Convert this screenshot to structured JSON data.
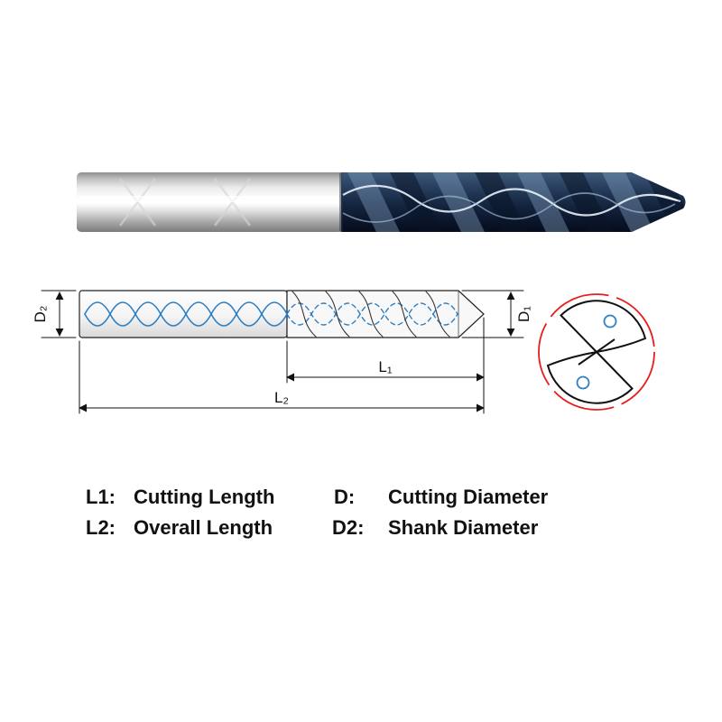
{
  "colors": {
    "outline": "#111111",
    "coolant_blue": "#2f7fc1",
    "endview_red": "#e81d1d",
    "flute_dark": "#101c30",
    "shank_gray": "#c9c9c9"
  },
  "drawing": {
    "labels": {
      "d2": "D₂",
      "d1": "D₁",
      "l1": "L₁",
      "l2": "L₂"
    }
  },
  "legend": {
    "l1_key": "L1:",
    "l1_value": "Cutting Length",
    "l2_key": "L2:",
    "l2_value": "Overall Length",
    "d_key": "D:",
    "d_value": "Cutting Diameter",
    "d2_key": "D2:",
    "d2_value": "Shank Diameter"
  }
}
